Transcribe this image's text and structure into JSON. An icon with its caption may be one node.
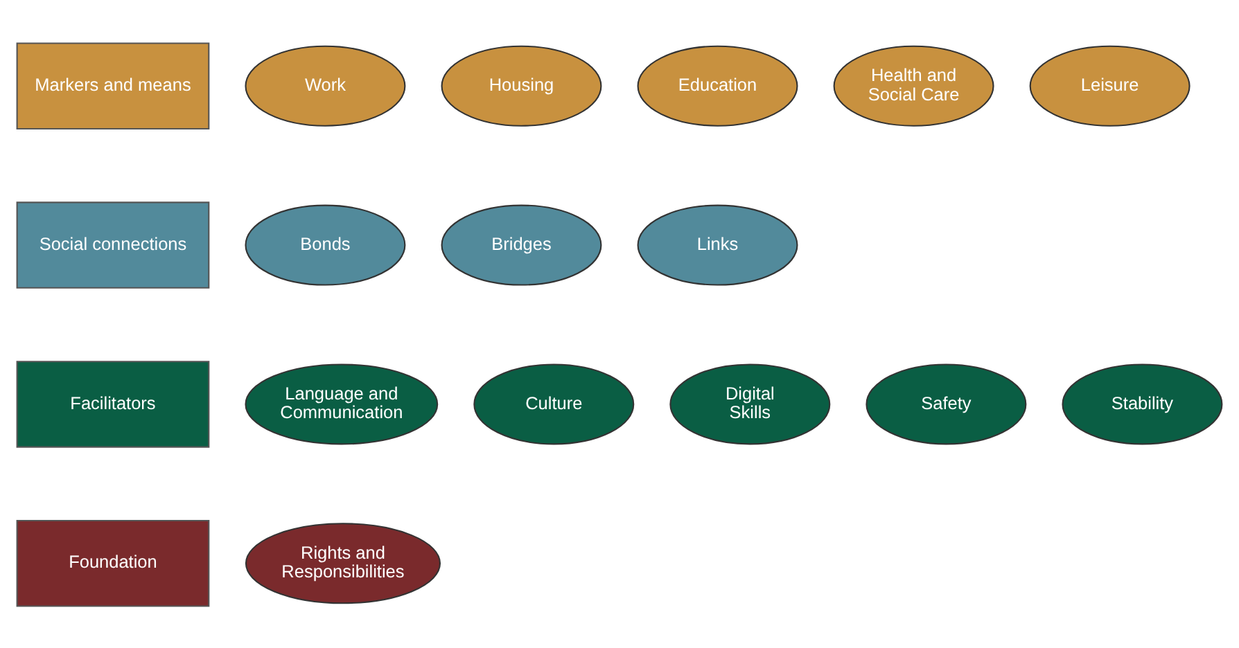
{
  "diagram": {
    "nodes": [
      {
        "text": [
          "Markers and means"
        ]
      },
      {
        "text": [
          "Work"
        ]
      },
      {
        "text": [
          "Housing"
        ]
      },
      {
        "text": [
          "Education"
        ]
      },
      {
        "text": [
          "Health and Social Care"
        ]
      },
      {
        "text": [
          "Leisure"
        ]
      },
      {
        "text": [
          "Social connections"
        ]
      },
      {
        "text": [
          "Bonds"
        ]
      },
      {
        "text": [
          "Bridges"
        ]
      },
      {
        "text": [
          "Links"
        ]
      },
      {
        "text": [
          "Facilitators"
        ]
      },
      {
        "text": [
          "Language and Communication"
        ]
      },
      {
        "text": [
          "Culture"
        ]
      },
      {
        "text": [
          "Digital Skills"
        ]
      },
      {
        "text": [
          "Safety"
        ]
      },
      {
        "text": [
          "Stability"
        ]
      },
      {
        "text": [
          "Foundation"
        ]
      },
      {
        "text": [
          "Rights and Responsibilities"
        ]
      }
    ]
  }
}
